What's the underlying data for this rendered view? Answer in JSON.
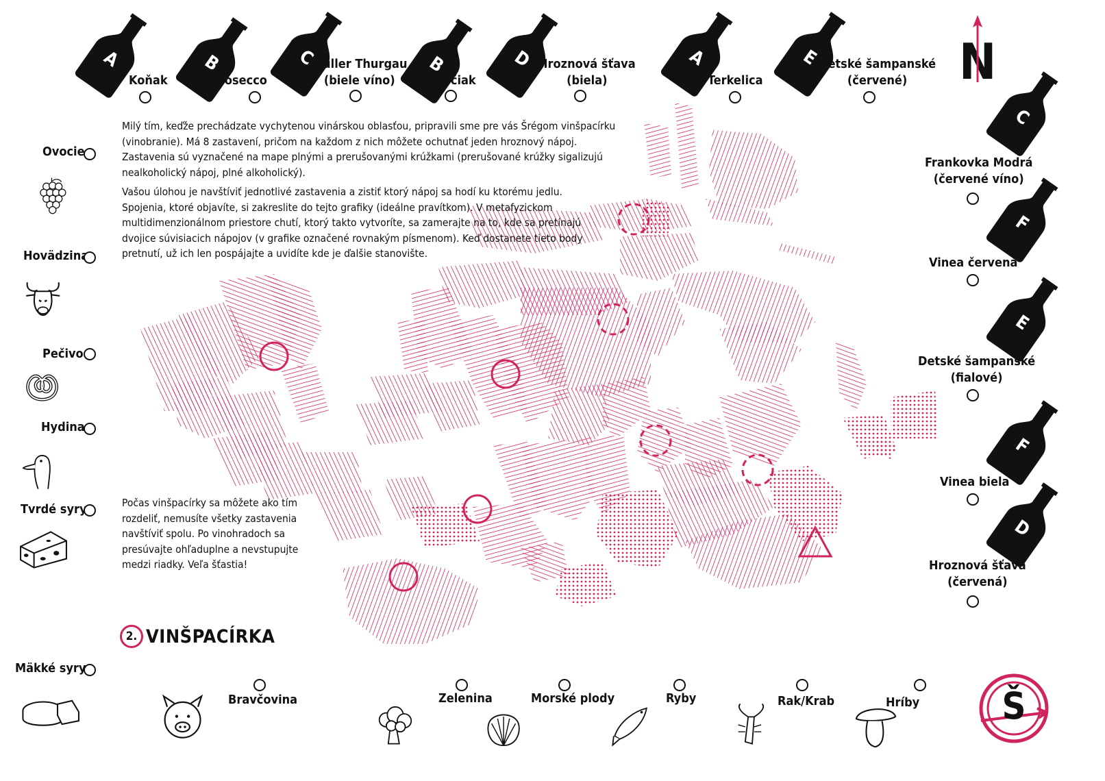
{
  "colors": {
    "accent": "#d0245d",
    "ink": "#111111",
    "bottle": "#111111"
  },
  "intro": {
    "p1": "Milý tím, keďže prechádzate vychytenou vinárskou oblasťou, pripravili sme pre vás Šrégom vinšpacírku (vinobranie). Má 8 zastavení, pričom na každom z nich môžete ochutnať jeden hroznový nápoj. Zastavenia sú vyznačené na mape plnými a prerušovanými krúžkami (prerušované krúžky sigalizujú nealkoholický nápoj, plné alkoholický).",
    "p2": "Vašou úlohou je navštíviť jednotlivé zastavenia a zistiť ktorý nápoj sa hodí ku ktorému jedlu. Spojenia, ktoré objavíte, si zakreslite do tejto grafiky (ideálne pravítkom). V metafyzickom multidimenzionálnom priestore chutí, ktorý takto vytvoríte, sa zamerajte na to, kde sa pretínajú dvojice súvisiacich nápojov (v grafike označené rovnakým písmenom). Keď dostanete tieto body pretnutí, už ich len pospájajte a uvidíte kde je ďalšie stanovište."
  },
  "note": "Počas vinšpacírky sa môžete ako tím rozdeliť, nemusíte všetky zastavenia navštíviť spolu. Po vinohradoch sa presúvajte ohľaduplne a nevstupujte medzi riadky. Veľa šťastia!",
  "title": {
    "number": "2.",
    "text": "VINŠPACÍRKA"
  },
  "compass": {
    "letter": "N"
  },
  "logo": {
    "letter": "Š"
  },
  "top_drinks": [
    {
      "letter": "A",
      "label": "Koňak"
    },
    {
      "letter": "B",
      "label": "Prosecco"
    },
    {
      "letter": "C",
      "label": "Müller Thurgau\n(biele víno)"
    },
    {
      "letter": "B",
      "label": "Burčiak"
    },
    {
      "letter": "D",
      "label": "Hroznová šťava\n(biela)"
    },
    {
      "letter": "A",
      "label": "Terkelica"
    },
    {
      "letter": "E",
      "label": "Detské šampanské\n(červené)"
    }
  ],
  "right_drinks": [
    {
      "letter": "C",
      "label": "Frankovka Modrá\n(červené víno)"
    },
    {
      "letter": "F",
      "label": "Vinea červená"
    },
    {
      "letter": "E",
      "label": "Detské šampanské\n(fialové)"
    },
    {
      "letter": "F",
      "label": "Vinea biela"
    },
    {
      "letter": "D",
      "label": "Hroznová šťava\n(červená)"
    }
  ],
  "left_foods": [
    {
      "label": "Ovocie",
      "icon": "grapes-icon"
    },
    {
      "label": "Hovädzina",
      "icon": "bull-icon"
    },
    {
      "label": "Pečivo",
      "icon": "pretzel-icon"
    },
    {
      "label": "Hydina",
      "icon": "duck-icon"
    },
    {
      "label": "Tvrdé syry",
      "icon": "hard-cheese-icon"
    },
    {
      "label": "Mäkké syry",
      "icon": "soft-cheese-icon"
    }
  ],
  "bottom_foods": [
    {
      "label": "Bravčovina",
      "icon": "pig-icon"
    },
    {
      "label": "Zelenina",
      "icon": "broccoli-icon"
    },
    {
      "label": "Morské plody",
      "icon": "shell-icon"
    },
    {
      "label": "Ryby",
      "icon": "fish-icon"
    },
    {
      "label": "Rak/Krab",
      "icon": "lobster-icon"
    },
    {
      "label": "Hríby",
      "icon": "mushroom-icon"
    }
  ]
}
